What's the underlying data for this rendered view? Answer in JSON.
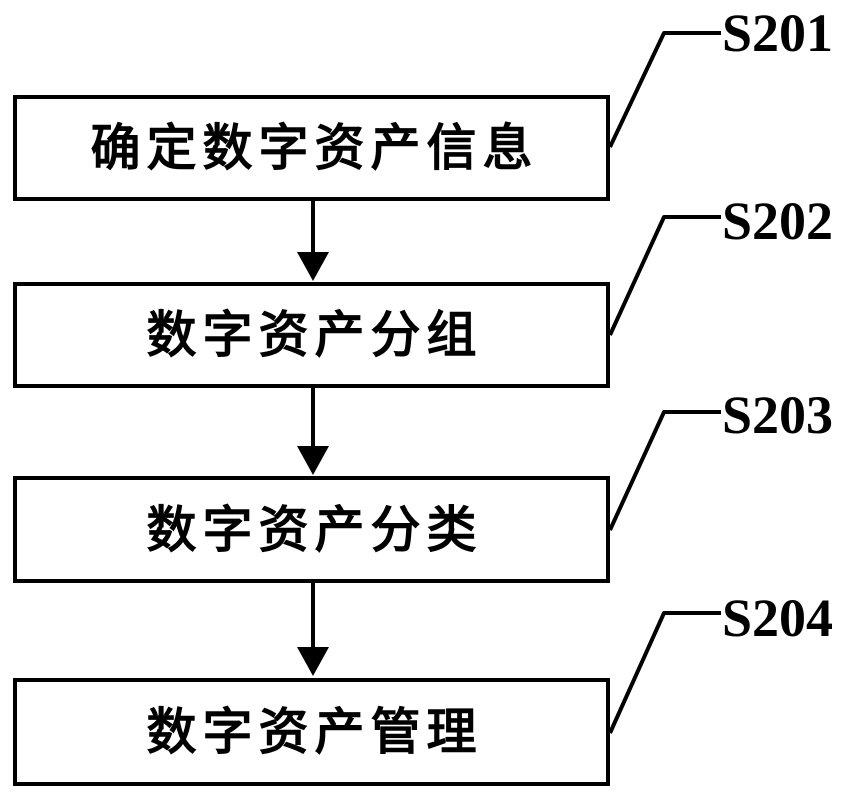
{
  "figure": {
    "background_color": "#ffffff",
    "line_color": "#000000",
    "type": "flowchart",
    "steps": [
      {
        "step_id": "S201",
        "label": "确定数字资产信息"
      },
      {
        "step_id": "S202",
        "label": "数字资产分组"
      },
      {
        "step_id": "S203",
        "label": "数字资产分类"
      },
      {
        "step_id": "S204",
        "label": "数字资产管理"
      }
    ]
  }
}
